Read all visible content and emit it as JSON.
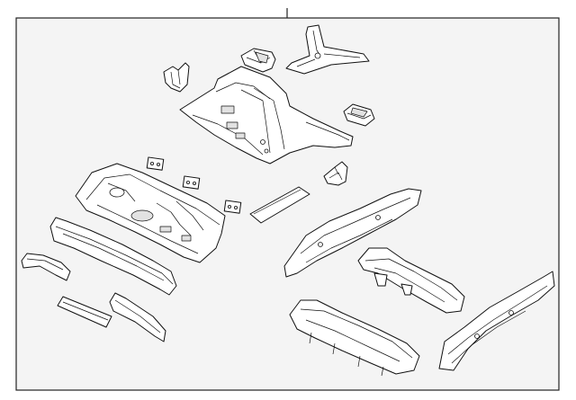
{
  "diagram": {
    "title": "",
    "colors": {
      "outline": "#111111",
      "background": "#f4f4f4",
      "fill": "#ffffff"
    },
    "parts": [
      {
        "name": "front-floor-pan"
      },
      {
        "name": "center-tunnel-brace"
      },
      {
        "name": "small-brace-left"
      },
      {
        "name": "small-brace-center"
      },
      {
        "name": "small-bracket-right"
      },
      {
        "name": "bracket-upper-center"
      },
      {
        "name": "rear-floor-pan"
      },
      {
        "name": "plug-1"
      },
      {
        "name": "plug-2"
      },
      {
        "name": "plug-3"
      },
      {
        "name": "floor-reinforcement-strip"
      },
      {
        "name": "crossmember-front"
      },
      {
        "name": "side-rail-small-left"
      },
      {
        "name": "bracket-left-1"
      },
      {
        "name": "bracket-left-2"
      },
      {
        "name": "rear-rail-right-upper"
      },
      {
        "name": "crossmember-rear"
      },
      {
        "name": "rear-extension-lower"
      },
      {
        "name": "rear-rail-right-lower"
      }
    ]
  }
}
